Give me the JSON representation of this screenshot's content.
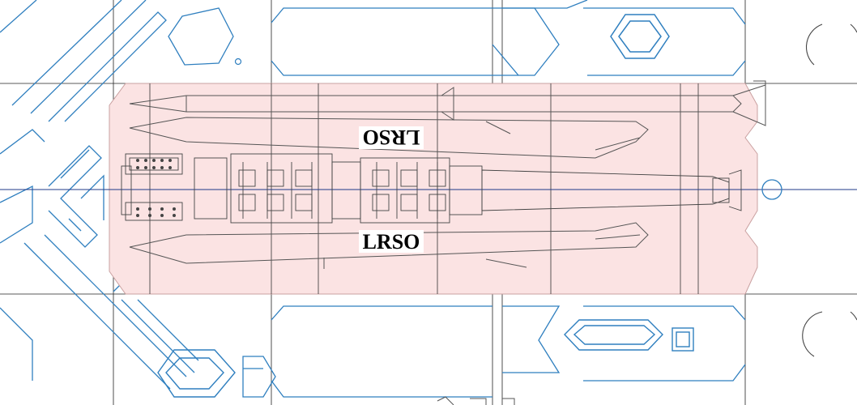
{
  "diagram": {
    "labels": {
      "top": "LRSO",
      "bottom": "LRSO"
    },
    "colors": {
      "background": "#ffffff",
      "blue_line": "#2f7fbf",
      "dark_line": "#3a3a3a",
      "light_line": "#555555",
      "pink_fill": "#fbe3e3",
      "pink_stroke": "#c9a0a0",
      "guide_line": "#222222",
      "center_line": "#1f3a8a"
    },
    "icons": [
      "hexagon-shape",
      "octagon-shape",
      "arc-shape",
      "missile-shape",
      "launcher-shape"
    ]
  }
}
